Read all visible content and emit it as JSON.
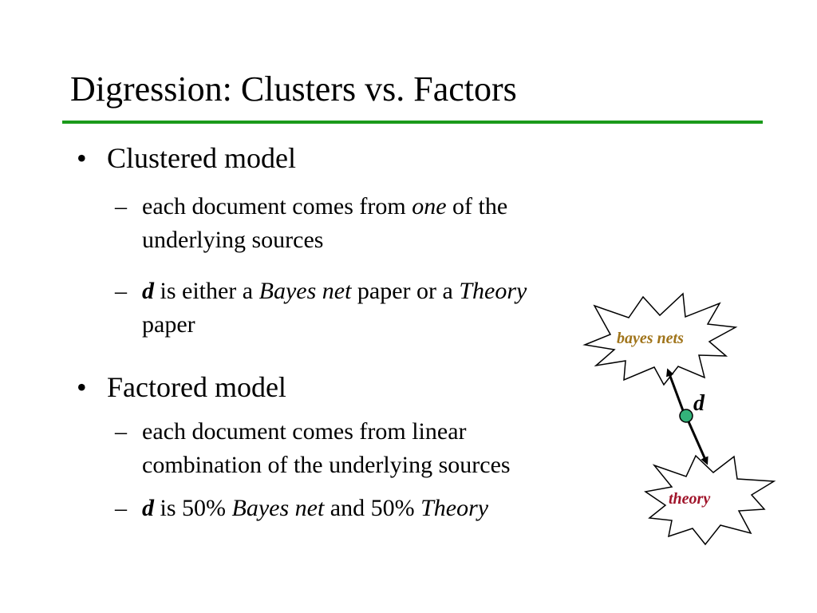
{
  "slide": {
    "title": "Digression: Clusters vs. Factors",
    "rule_color": "#1a9a1a"
  },
  "clustered": {
    "bullet_char": "•",
    "heading": "Clustered model",
    "points": [
      {
        "dash": "–",
        "part1": "each document comes from ",
        "part2": "one",
        "part3": " of the",
        "line2": "underlying sources"
      },
      {
        "dash": "–",
        "part1": "d",
        "part2": " is either a ",
        "part3": "Bayes net",
        "part4": " paper or a ",
        "part5": "Theory",
        "line2": "paper"
      }
    ]
  },
  "factored": {
    "bullet_char": "•",
    "heading": "Factored model",
    "points": [
      {
        "dash": "–",
        "line1": "each document comes from linear",
        "line2": "combination of the underlying sources"
      },
      {
        "dash": "–",
        "part1": "d",
        "part2": " is 50% ",
        "part3": "Bayes net",
        "part4": " and 50% ",
        "part5": "Theory"
      }
    ]
  },
  "diagram": {
    "top_source": "bayes nets",
    "bottom_source": "theory",
    "document_label": "d",
    "top_label_color": "#a0741a",
    "bottom_label_color": "#a0142a",
    "node_color": "#33b37a"
  }
}
